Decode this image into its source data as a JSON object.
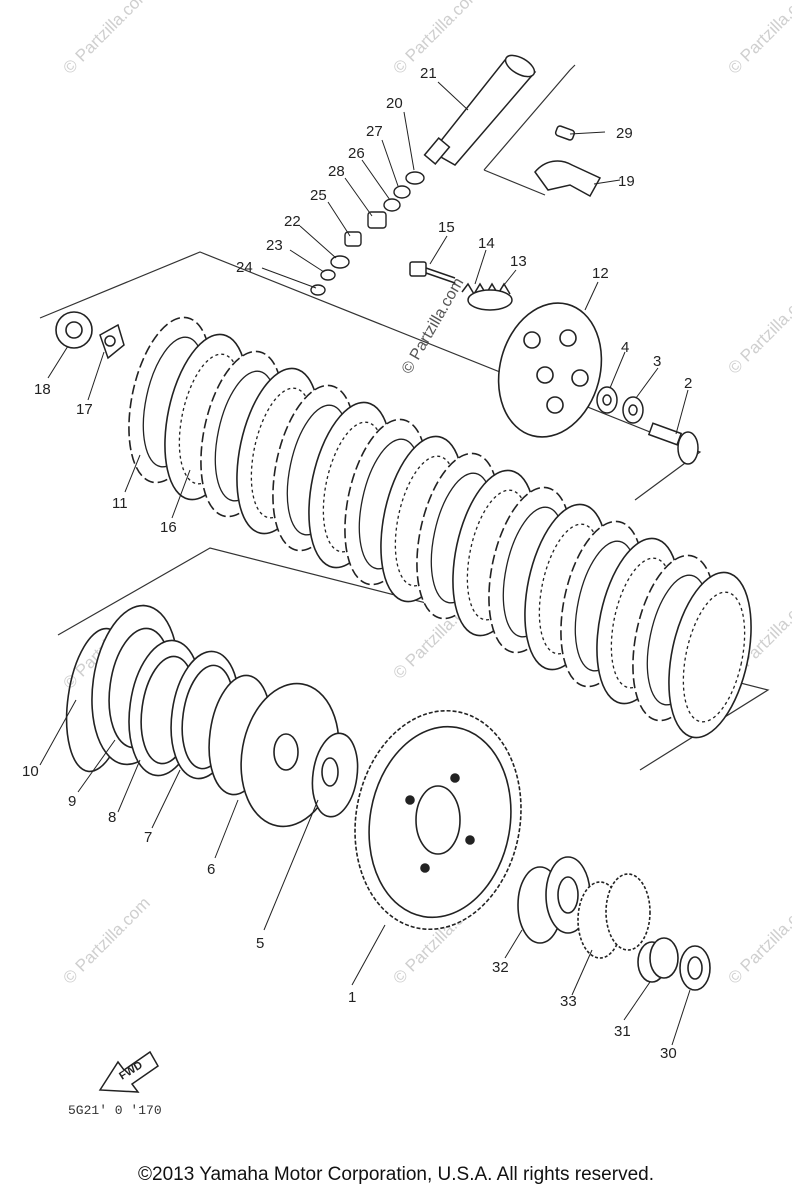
{
  "watermark": "© Partzilla.com",
  "diagram_code": "5G21' 0 '170",
  "fwd_label": "FWD",
  "copyright": "©2013  Yamaha Motor Corporation, U.S.A. All rights reserved.",
  "callouts": {
    "c1": "1",
    "c2": "2",
    "c3": "3",
    "c4": "4",
    "c5": "5",
    "c6": "6",
    "c7": "7",
    "c8": "8",
    "c9": "9",
    "c10": "10",
    "c11": "11",
    "c12": "12",
    "c13": "13",
    "c14": "14",
    "c15": "15",
    "c16": "16",
    "c17": "17",
    "c18": "18",
    "c19": "19",
    "c20": "20",
    "c21": "21",
    "c22": "22",
    "c23": "23",
    "c24": "24",
    "c25": "25",
    "c26": "26",
    "c27": "27",
    "c28": "28",
    "c29": "29",
    "c30": "30",
    "c31": "31",
    "c32": "32",
    "c33": "33"
  }
}
